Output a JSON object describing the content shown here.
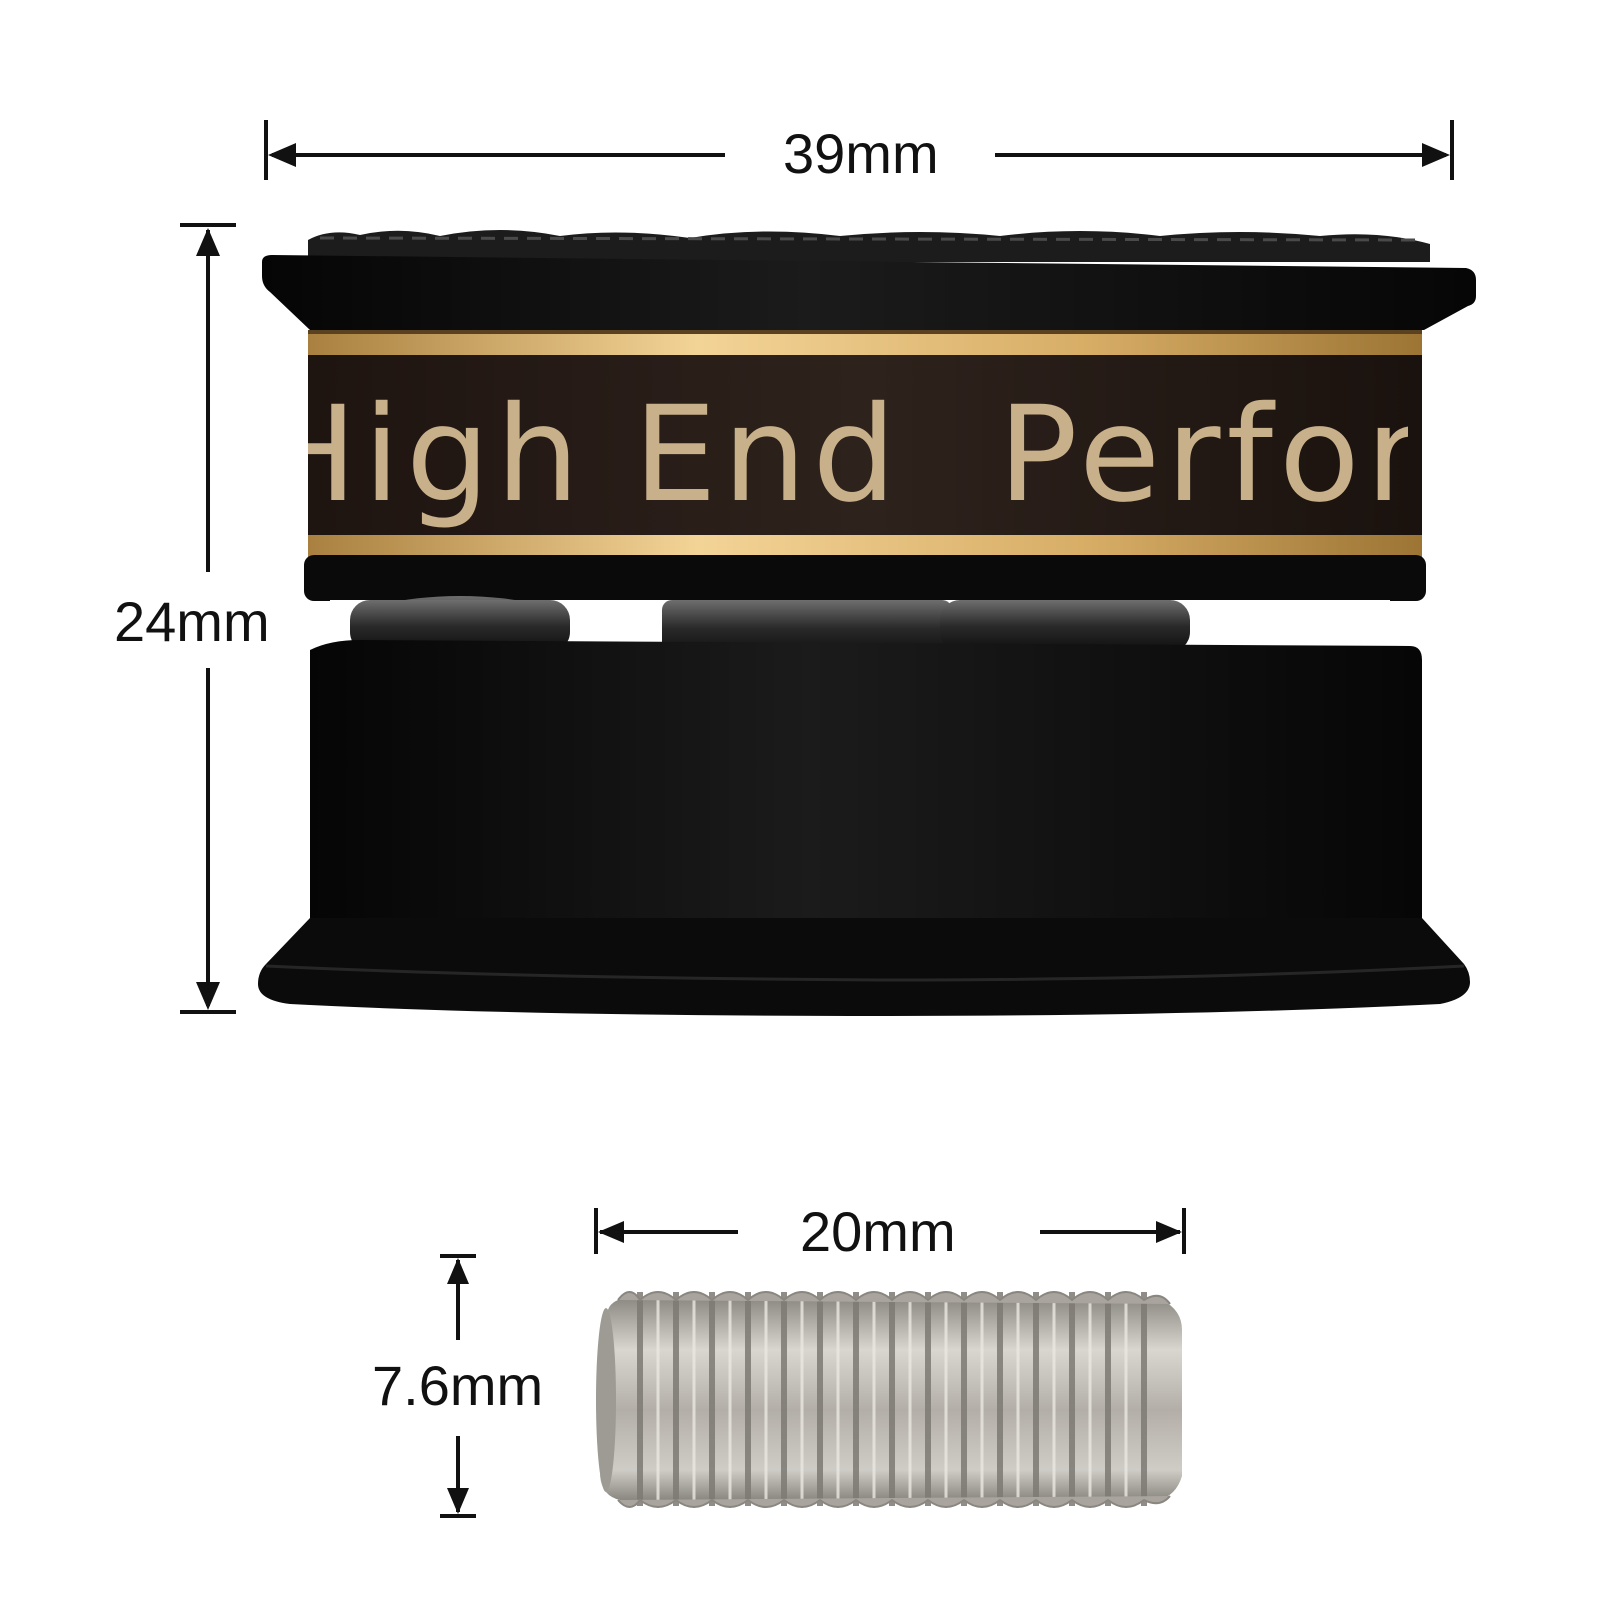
{
  "dimensions": {
    "width": "39mm",
    "height": "24mm",
    "screw_length": "20mm",
    "screw_diameter": "7.6mm"
  },
  "product": {
    "band_text": "High End  Performance",
    "colors": {
      "body": "#0b0b0b",
      "band": "#231813",
      "gold_trim": "#d7ad66",
      "band_text": "#c8b08a",
      "screw": "#b9b5ae"
    }
  }
}
